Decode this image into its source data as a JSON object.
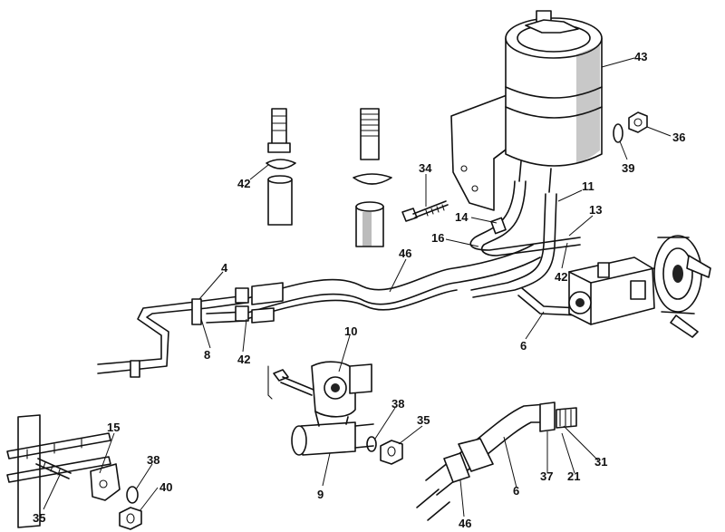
{
  "callouts": [
    {
      "id": "c43",
      "label": "43"
    },
    {
      "id": "c36",
      "label": "36"
    },
    {
      "id": "c39",
      "label": "39"
    },
    {
      "id": "c34",
      "label": "34"
    },
    {
      "id": "c11",
      "label": "11"
    },
    {
      "id": "c14",
      "label": "14"
    },
    {
      "id": "c13",
      "label": "13"
    },
    {
      "id": "c16",
      "label": "16"
    },
    {
      "id": "c42a",
      "label": "42"
    },
    {
      "id": "c42b",
      "label": "42"
    },
    {
      "id": "c42c",
      "label": "42"
    },
    {
      "id": "c4",
      "label": "4"
    },
    {
      "id": "c46a",
      "label": "46"
    },
    {
      "id": "c8",
      "label": "8"
    },
    {
      "id": "c6a",
      "label": "6"
    },
    {
      "id": "c10",
      "label": "10"
    },
    {
      "id": "c38a",
      "label": "38"
    },
    {
      "id": "c35a",
      "label": "35"
    },
    {
      "id": "c9",
      "label": "9"
    },
    {
      "id": "c15",
      "label": "15"
    },
    {
      "id": "c38b",
      "label": "38"
    },
    {
      "id": "c40",
      "label": "40"
    },
    {
      "id": "c35b",
      "label": "35"
    },
    {
      "id": "c31",
      "label": "31"
    },
    {
      "id": "c21",
      "label": "21"
    },
    {
      "id": "c37",
      "label": "37"
    },
    {
      "id": "c6b",
      "label": "6"
    },
    {
      "id": "c46b",
      "label": "46"
    }
  ]
}
